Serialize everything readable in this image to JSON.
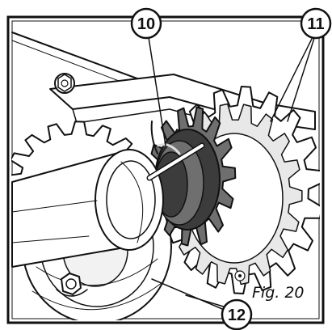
{
  "callouts": [
    {
      "id": "callout-10",
      "label": "10"
    },
    {
      "id": "callout-11",
      "label": "11"
    },
    {
      "id": "callout-12",
      "label": "12"
    }
  ],
  "figure_label": "Fig. 20",
  "colors": {
    "ink": "#111111",
    "paper": "#ffffff",
    "hub_shade": "#6f6f6f",
    "hub_dark": "#3c3c3c",
    "gear_shade": "#e8e8e8"
  }
}
